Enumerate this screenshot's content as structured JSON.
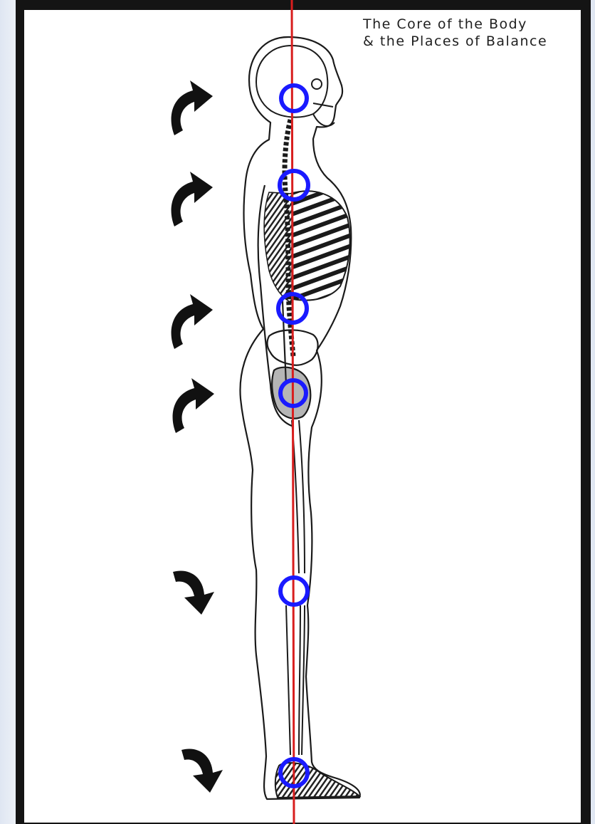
{
  "figure": {
    "title": "The Core of the Body\n& the Places of Balance",
    "colors": {
      "frame": "#141414",
      "background": "#ffffff",
      "plumb_line": "#d81e1e",
      "balance_marker": "#1a1aff",
      "arrow": "#111111",
      "outline": "#1a1a1a"
    },
    "balance_points": [
      {
        "region": "head/neck",
        "arrow": "curved-clockwise"
      },
      {
        "region": "thoracic spine",
        "arrow": "curved-clockwise"
      },
      {
        "region": "lumbar spine",
        "arrow": "curved-clockwise"
      },
      {
        "region": "hip",
        "arrow": "curved-clockwise"
      },
      {
        "region": "knee",
        "arrow": "curved-counterclockwise"
      },
      {
        "region": "ankle",
        "arrow": "curved-counterclockwise"
      }
    ]
  }
}
